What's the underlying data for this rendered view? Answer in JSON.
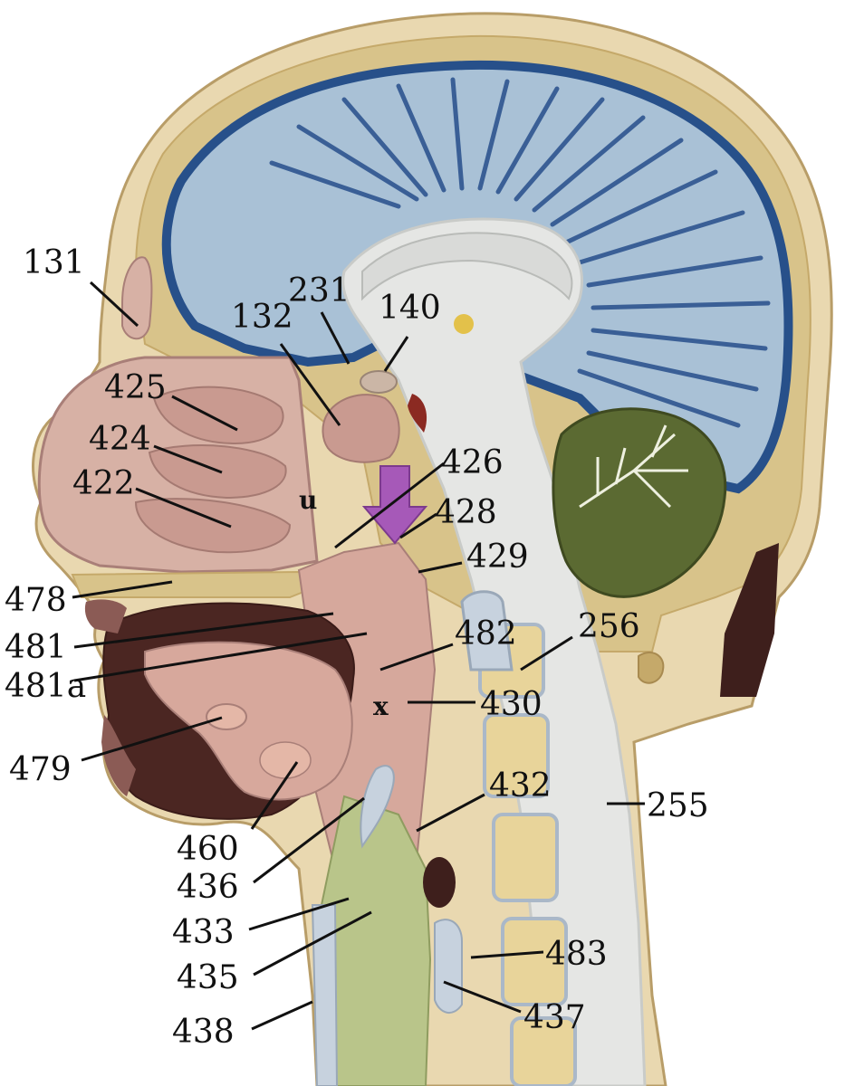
{
  "colors": {
    "skull": "#d8c38a",
    "skull_dark": "#c5a96a",
    "skin": "#e9d8b0",
    "brain_blue": "#a9c1d6",
    "brain_dark_blue": "#27508a",
    "brain_white": "#e5e6e4",
    "cerebellum": "#5b6a32",
    "mucosa": "#d7b1a5",
    "mucosa_dark": "#a97f78",
    "vertebra": "#e8d49a",
    "pharynx_green": "#b9c58a",
    "cavity_dark": "#4b2622",
    "neck_dark": "#3e1f1c",
    "arrow": "#a659b8",
    "label": "#111111"
  },
  "icons": {
    "arrow": "down-arrow-icon"
  },
  "labels": {
    "l131": "131",
    "l231": "231",
    "l132": "132",
    "l140": "140",
    "l425": "425",
    "l424": "424",
    "l422": "422",
    "l426": "426",
    "l428": "428",
    "l429": "429",
    "l478": "478",
    "l481": "481",
    "l481a": "481a",
    "l482": "482",
    "l256": "256",
    "l430": "430",
    "l479": "479",
    "l432": "432",
    "l255": "255",
    "l460": "460",
    "l436": "436",
    "l433": "433",
    "l435": "435",
    "l483": "483",
    "l438": "438",
    "l437": "437",
    "u": "u",
    "x": "x"
  }
}
